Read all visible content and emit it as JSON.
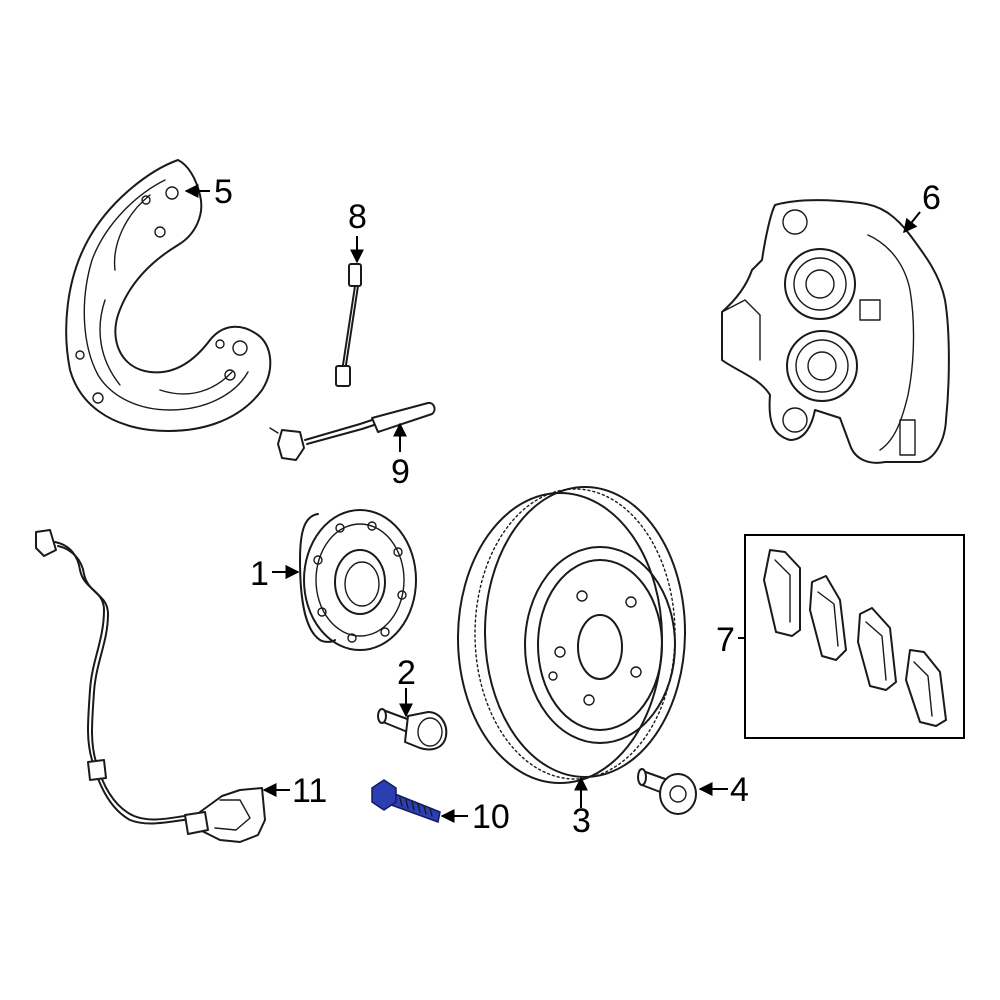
{
  "callouts": [
    {
      "id": "1",
      "text": "1"
    },
    {
      "id": "2",
      "text": "2"
    },
    {
      "id": "3",
      "text": "3"
    },
    {
      "id": "4",
      "text": "4"
    },
    {
      "id": "5",
      "text": "5"
    },
    {
      "id": "6",
      "text": "6"
    },
    {
      "id": "7",
      "text": "7"
    },
    {
      "id": "8",
      "text": "8"
    },
    {
      "id": "9",
      "text": "9"
    },
    {
      "id": "10",
      "text": "10"
    },
    {
      "id": "11",
      "text": "11"
    }
  ],
  "colors": {
    "line": "#1a1a1a",
    "highlight": "#2c3fb0",
    "background": "#ffffff"
  }
}
